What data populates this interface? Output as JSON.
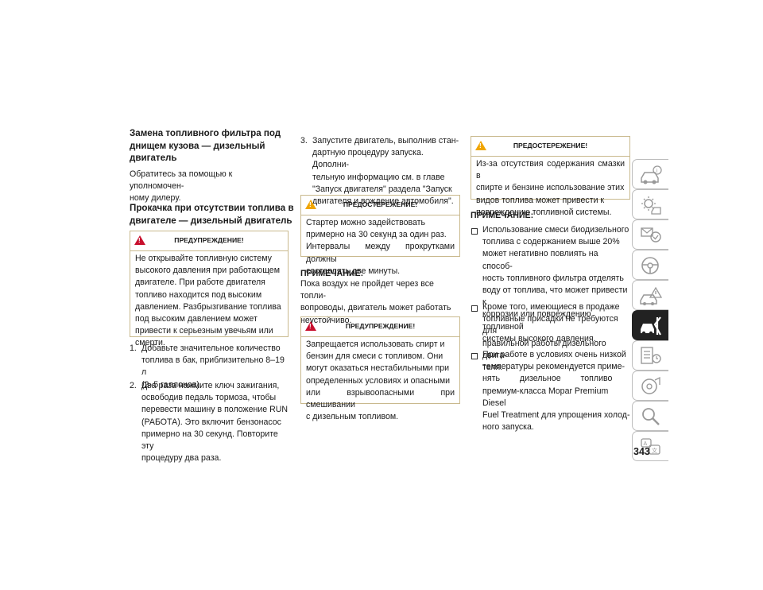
{
  "page_number": "343",
  "col1": {
    "heading1": [
      "Замена топливного фильтра под",
      "днищем кузова — дизельный",
      "двигатель"
    ],
    "para1": [
      "Обратитесь за помощью к уполномочен-",
      "ному дилеру."
    ],
    "heading2": [
      "Прокачка при отсутствии топлива в",
      "двигателе — дизельный двигатель"
    ],
    "warning": {
      "title": "ПРЕДУПРЕЖДЕНИЕ!",
      "lines": [
        "Не открывайте топливную систему",
        "высокого давления при работающем",
        "двигателе. При работе двигателя",
        "топливо находится под высоким",
        "давлением. Разбрызгивание топлива",
        "под высоким давлением может",
        "привести к серьезным увечьям или",
        "смерти."
      ]
    },
    "steps": [
      {
        "num": "1.",
        "lines": [
          "Добавьте значительное количество",
          "топлива в бак, приблизительно 8–19 л",
          "(2–5 галлонов)."
        ]
      },
      {
        "num": "2.",
        "lines": [
          "Два раза нажмите ключ зажигания,",
          "освободив педаль тормоза, чтобы",
          "перевести машину в положение RUN",
          "(РАБОТА). Это включит бензонасос",
          "примерно на 30 секунд. Повторите эту",
          "процедуру два раза."
        ]
      }
    ]
  },
  "col2": {
    "step3": {
      "num": "3.",
      "lines": [
        "Запустите двигатель, выполнив стан-",
        "дартную процедуру запуска. Дополни-",
        "тельную информацию см. в главе",
        "\"Запуск двигателя\" раздела \"Запуск",
        "двигателя и вождение автомобиля\"."
      ]
    },
    "caution": {
      "title": "ПРЕДОСТЕРЕЖЕНИЕ!",
      "lines": [
        "Стартер можно задействовать",
        "примерно на 30 секунд за один раз.",
        "Интервалы между прокрутками должны",
        "составлять две минуты."
      ]
    },
    "note_title": "ПРИМЕЧАНИЕ:",
    "note_lines": [
      "Пока воздух не пройдет через все топли-",
      "вопроводы, двигатель может работать",
      "неустойчиво."
    ],
    "warning": {
      "title": "ПРЕДУПРЕЖДЕНИЕ!",
      "lines": [
        "Запрещается использовать спирт и",
        "бензин для смеси с топливом. Они",
        "могут оказаться нестабильными при",
        "определенных условиях и опасными",
        "или взрывоопасными при смешивании",
        "с дизельным топливом."
      ]
    }
  },
  "col3": {
    "caution": {
      "title": "ПРЕДОСТЕРЕЖЕНИЕ!",
      "lines": [
        "Из-за отсутствия содержания смазки в",
        "спирте и бензине использование этих",
        "видов топлива может привести к",
        "повреждению топливной системы."
      ]
    },
    "note_title": "ПРИМЕЧАНИЕ:",
    "bullets": [
      [
        "Использование смеси биодизельного",
        "топлива с содержанием выше 20%",
        "может негативно повлиять на способ-",
        "ность топливного фильтра отделять",
        "воду от топлива, что может привести к",
        "коррозии или повреждению топливной",
        "системы высокого давления."
      ],
      [
        "Кроме того, имеющиеся в продаже",
        "топливные присадки не требуются для",
        "правильной работы дизельного двига-",
        "теля."
      ],
      [
        "При работе в условиях очень низкой",
        "температуры рекомендуется приме-",
        "нять дизельное топливо",
        "премиум-класса Mopar Premium Diesel",
        "Fuel Treatment для упрощения холод-",
        "ного запуска."
      ]
    ]
  },
  "side_tabs": [
    {
      "icon": "car-info-icon",
      "active": false
    },
    {
      "icon": "car-lights-icon",
      "active": false
    },
    {
      "icon": "message-safety-icon",
      "active": false
    },
    {
      "icon": "steering-wheel-icon",
      "active": false
    },
    {
      "icon": "car-emergency-icon",
      "active": false
    },
    {
      "icon": "car-service-icon",
      "active": true
    },
    {
      "icon": "maintenance-list-icon",
      "active": false
    },
    {
      "icon": "multimedia-icon",
      "active": false
    },
    {
      "icon": "index-search-icon",
      "active": false
    },
    {
      "icon": "language-icon",
      "active": false
    }
  ],
  "colors": {
    "warning_red": "#c8102e",
    "caution_yellow": "#f0a500",
    "box_border": "#c9b98d",
    "active_tab": "#222222"
  }
}
